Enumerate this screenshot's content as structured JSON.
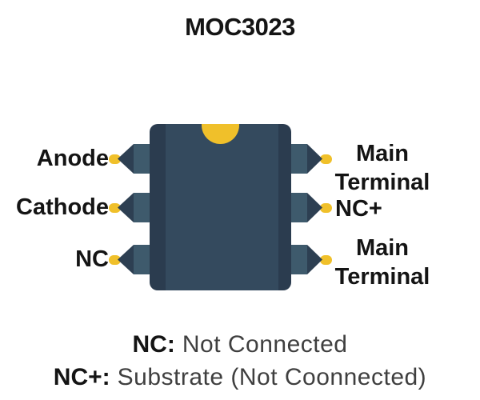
{
  "title": "MOC3023",
  "pins": {
    "left": [
      {
        "label": "Anode"
      },
      {
        "label": "Cathode"
      },
      {
        "label": "NC"
      }
    ],
    "right": [
      {
        "line1": "Main",
        "line2": "Terminal"
      },
      {
        "line1": "NC+",
        "line2": ""
      },
      {
        "line1": "Main",
        "line2": "Terminal"
      }
    ]
  },
  "legend": {
    "nc": {
      "term": "NC:",
      "definition": "Not Connected"
    },
    "ncplus": {
      "term": "NC+:",
      "definition": "Substrate (Not Coonnected)"
    }
  },
  "icons": {
    "notch": "chip-orientation-notch-icon",
    "pin_tip": "pin-tip-icon"
  },
  "colors": {
    "chip_edge": "#2b3c4f",
    "chip_face": "#344a5e",
    "pin_dark": "#2d3f52",
    "pin_light": "#3e5a6c",
    "accent_yellow": "#f0c02a",
    "label_text": "#141414",
    "legend_text": "#3f3f3f"
  }
}
